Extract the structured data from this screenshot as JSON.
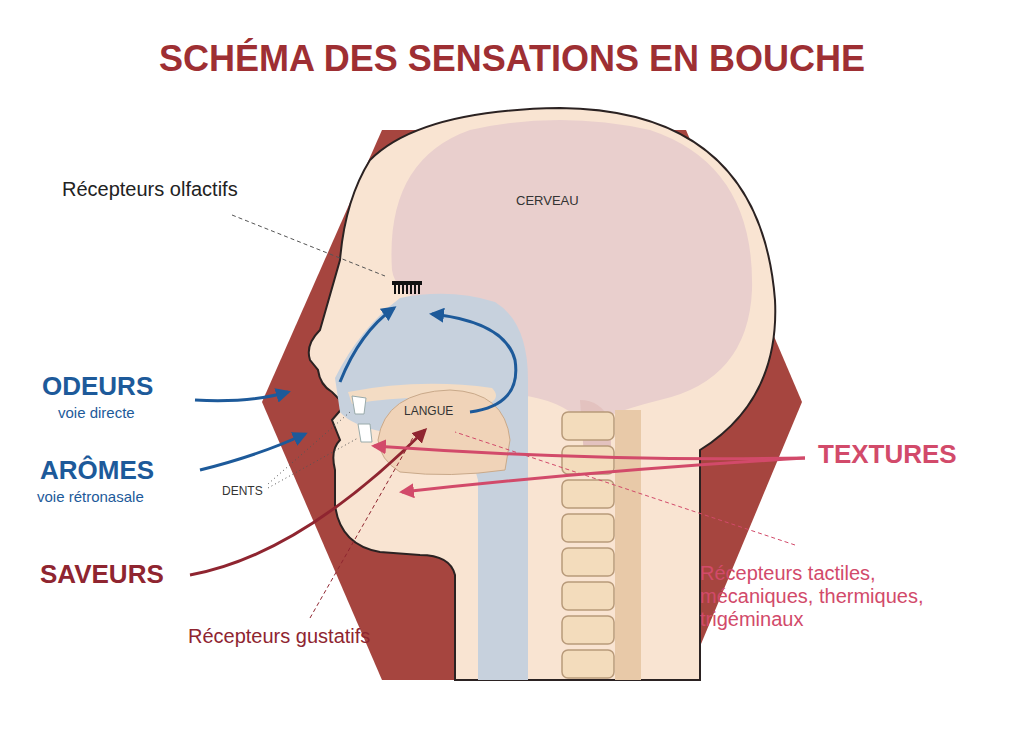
{
  "diagram": {
    "title": "SCHÉMA DES SENSATIONS EN BOUCHE",
    "labels": [
      "Récepteurs olfactifs",
      "CERVEAU",
      "ODEURS",
      "voie directe",
      "ARÔMES",
      "voie rétronasale",
      "LANGUE",
      "DENTS",
      "TEXTURES",
      "SAVEURS",
      "Récepteurs tactiles, mécaniques, thermiques, trigéminaux",
      "Récepteurs gustatifs"
    ]
  }
}
